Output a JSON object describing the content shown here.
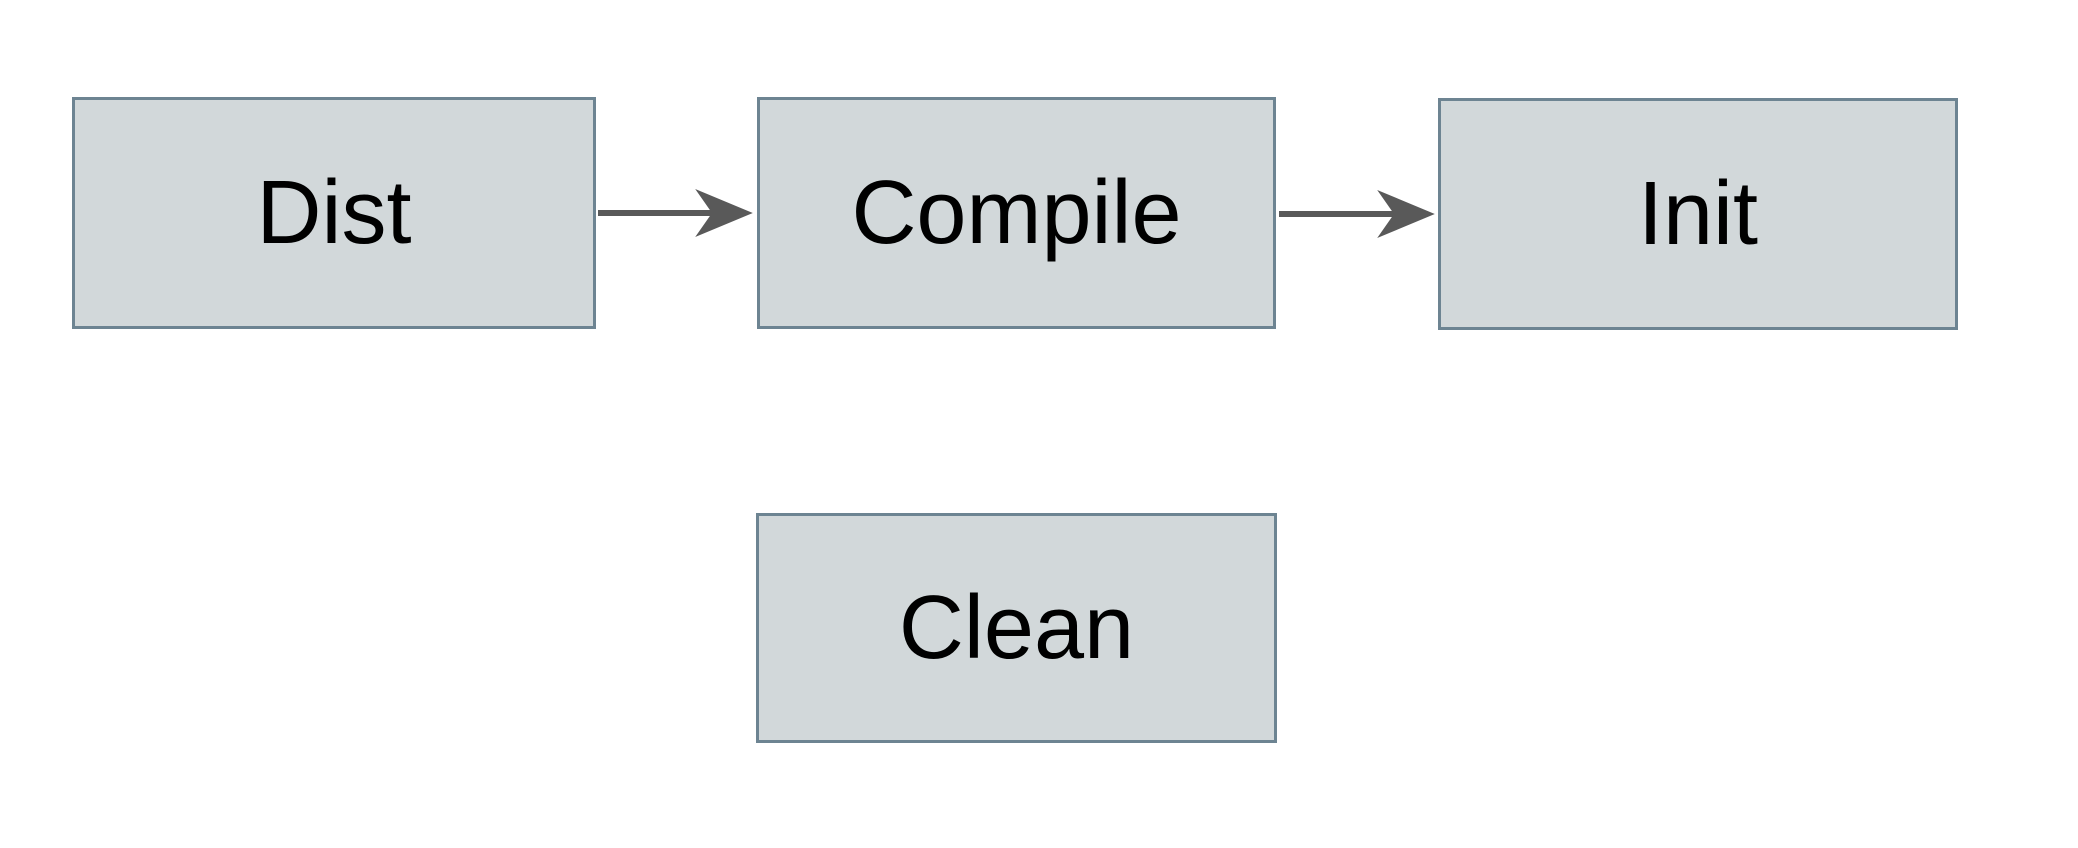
{
  "diagram": {
    "title": "build-tasks-flowchart",
    "colors": {
      "background": "#ffffff",
      "node-fill": "#d2d8da",
      "node-border": "#6d8492",
      "text-color": "#000000",
      "arrow-color": "#595959"
    },
    "nodes": [
      {
        "id": "dist",
        "label": "Dist"
      },
      {
        "id": "compile",
        "label": "Compile"
      },
      {
        "id": "init",
        "label": "Init"
      },
      {
        "id": "clean",
        "label": "Clean"
      }
    ],
    "edges": [
      {
        "from": "Dist",
        "to": "Compile",
        "style": "solid-arrow"
      },
      {
        "from": "Compile",
        "to": "Init",
        "style": "solid-arrow"
      }
    ]
  }
}
